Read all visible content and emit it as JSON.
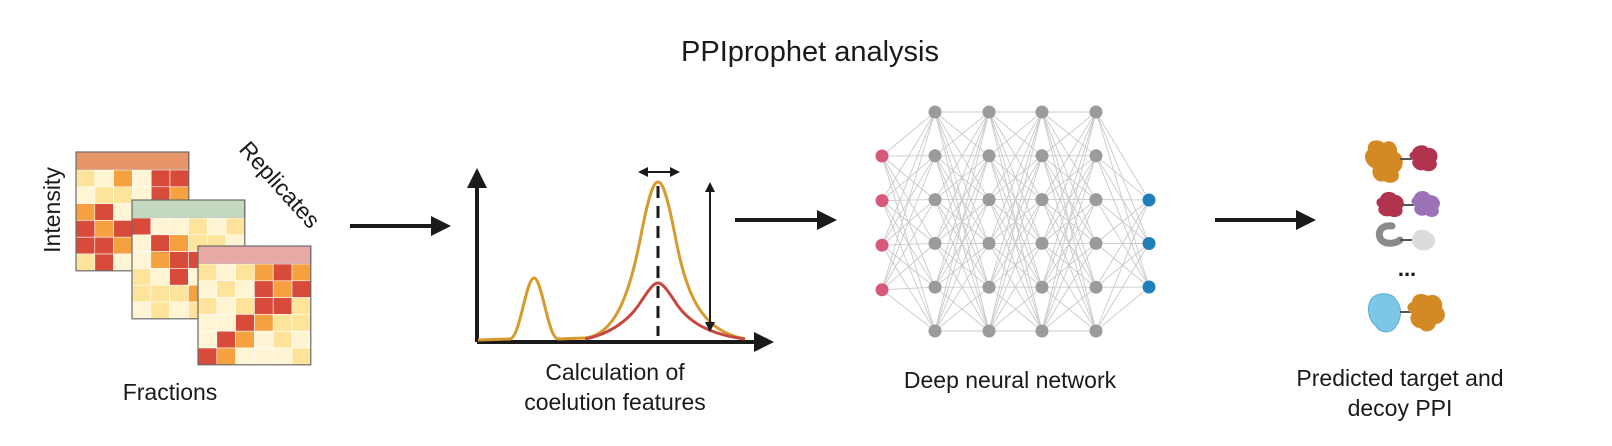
{
  "title": "PPIprophet analysis",
  "labels": {
    "intensity": "Intensity",
    "replicates": "Replicates",
    "fractions": "Fractions",
    "coelution_line1": "Calculation of",
    "coelution_line2": "coelution features",
    "network": "Deep neural network",
    "predicted_line1": "Predicted target and",
    "predicted_line2": "decoy PPI",
    "ellipsis": "..."
  },
  "colors": {
    "heat_dark": "#d84a3a",
    "heat_mid": "#f6a13f",
    "heat_light": "#fde49a",
    "heat_pale": "#fff4d3",
    "header_orange": "#e8956a",
    "header_green": "#c4d8bf",
    "header_pink": "#e8a9a5",
    "curve_orange": "#d69a2e",
    "curve_red": "#c7473f",
    "node_grey": "#9b9b9b",
    "node_pink": "#d85a7a",
    "node_blue": "#1f7fb8",
    "protein_orange": "#d48a24",
    "protein_crimson": "#b0344e",
    "protein_purple": "#9b72b8",
    "protein_grey": "#8a8a8a",
    "protein_lightgrey": "#dcdcdc",
    "protein_cyan": "#7cc7e8"
  },
  "network": {
    "input_nodes": 4,
    "hidden_layers": 4,
    "hidden_nodes": 6,
    "output_nodes": 3
  }
}
